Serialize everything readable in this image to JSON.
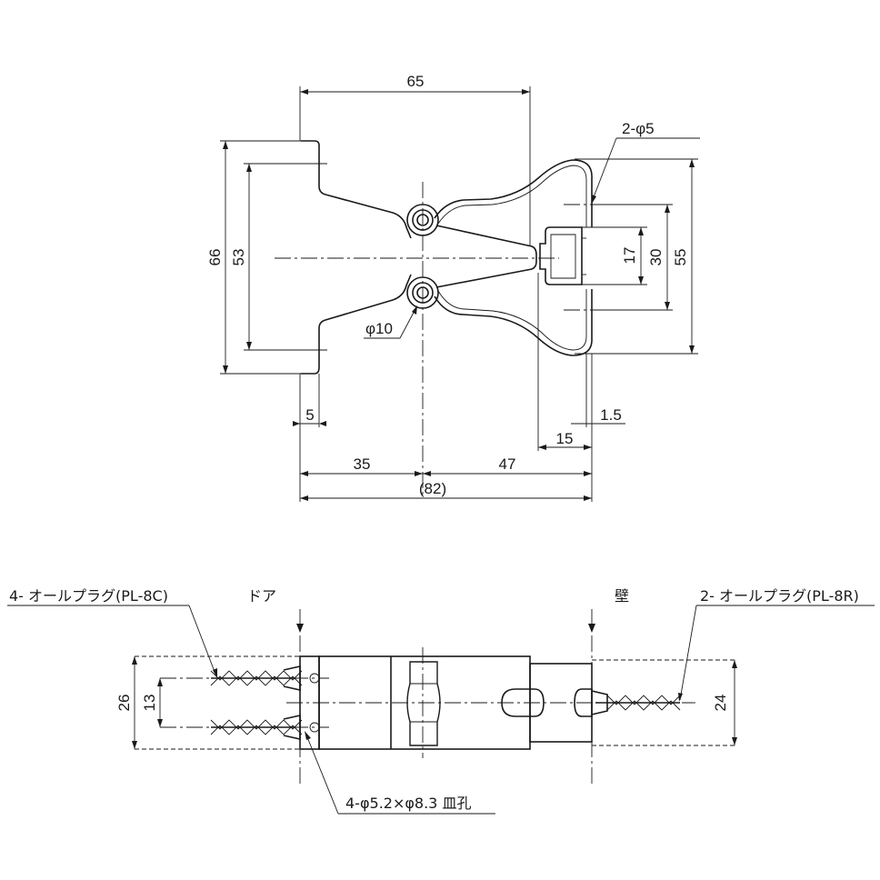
{
  "top_view": {
    "dims": {
      "width_top": "65",
      "holes": "2-φ5",
      "height_outer": "66",
      "height_inner": "53",
      "v17": "17",
      "v30": "30",
      "v55": "55",
      "pivot_dia": "φ10",
      "flange": "5",
      "gap": "1.5",
      "d15": "15",
      "d35": "35",
      "d47": "47",
      "overall": "(82)"
    }
  },
  "side_view": {
    "labels": {
      "plug_left": "4- オールプラグ(PL-8C)",
      "door": "ドア",
      "wall": "壁",
      "plug_right": "2- オールプラグ(PL-8R)",
      "screw_holes": "4-φ5.2×φ8.3 皿孔"
    },
    "dims": {
      "h26": "26",
      "h13": "13",
      "h24": "24"
    }
  }
}
